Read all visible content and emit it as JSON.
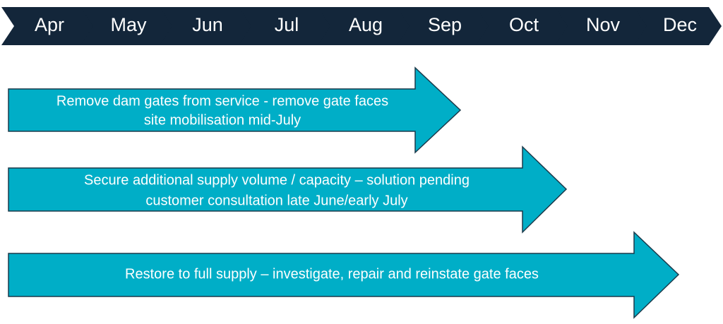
{
  "months": [
    "Apr",
    "May",
    "Jun",
    "Jul",
    "Aug",
    "Sep",
    "Oct",
    "Nov",
    "Dec"
  ],
  "tasks": [
    {
      "lines": [
        "Remove dam gates from service - remove gate faces",
        "site mobilisation mid-July"
      ]
    },
    {
      "lines": [
        "Secure additional supply volume / capacity – solution pending",
        "customer consultation late June/early July"
      ]
    },
    {
      "lines": [
        "Restore to full supply – investigate, repair and reinstate gate faces"
      ]
    }
  ],
  "colors": {
    "chevron_fill": "#13263a",
    "arrow_fill": "#00aec7",
    "arrow_stroke": "#1b3a4b",
    "text": "#ffffff"
  }
}
